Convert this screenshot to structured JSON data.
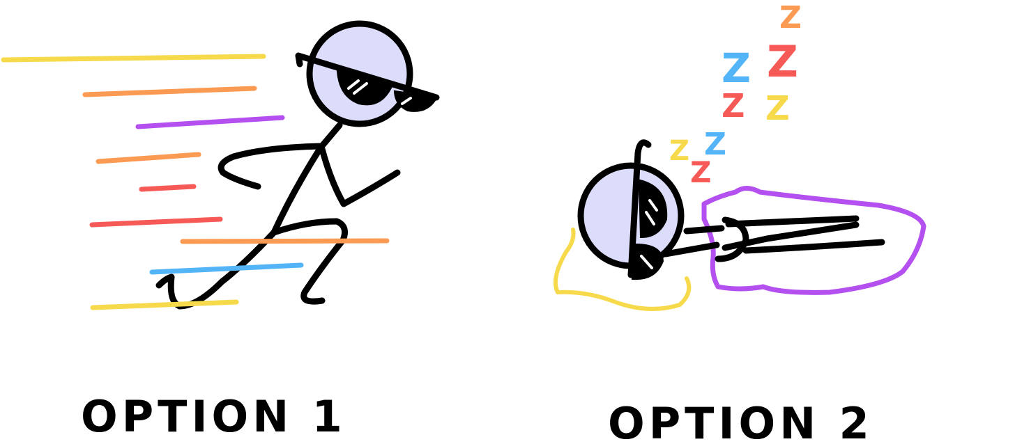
{
  "labels": {
    "option1": "OPTION 1",
    "option2": "OPTION 2"
  },
  "zzz_letter": "Z",
  "colors": {
    "ink": "#000000",
    "head_fill": "#dcdcfb",
    "yellow": "#f7d94c",
    "orange": "#fb9a52",
    "purple": "#b44ff0",
    "red": "#f55a56",
    "blue": "#53b4f7",
    "drool": "#f7d94c",
    "blanket": "#b44ff0"
  }
}
